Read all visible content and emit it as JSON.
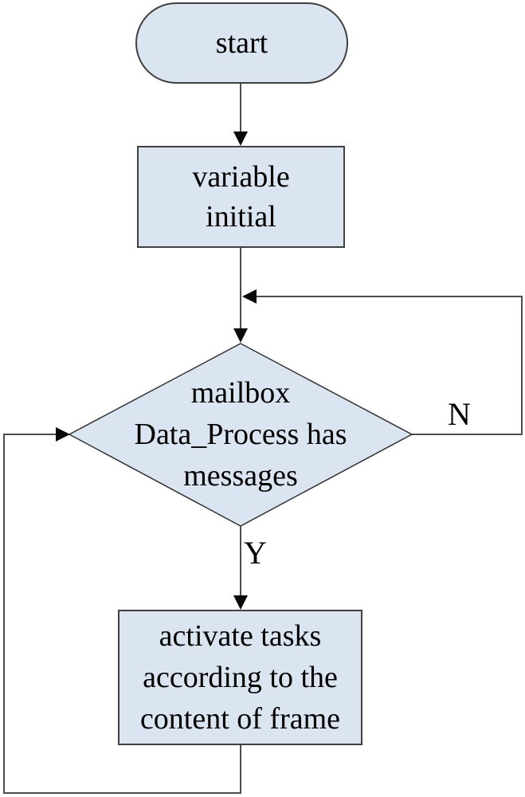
{
  "palette": {
    "node_fill": "#dbe5f1",
    "node_border": "#404040",
    "connector": "#4d4d4d",
    "arrowhead": "#0a0a0a",
    "text": "#000000",
    "background": "#ffffff"
  },
  "flowchart": {
    "nodes": [
      {
        "id": "start",
        "type": "terminator",
        "label": "start",
        "lines": [
          "start"
        ]
      },
      {
        "id": "variable-initial",
        "type": "process",
        "label": "variable initial",
        "lines": [
          "variable",
          "initial"
        ]
      },
      {
        "id": "decision",
        "type": "decision",
        "label": "mailbox Data_Process has messages",
        "lines": [
          "mailbox",
          "Data_Process has",
          "messages"
        ]
      },
      {
        "id": "activate-tasks",
        "type": "process",
        "label": "activate tasks according to the content of frame",
        "lines": [
          "activate tasks",
          "according to the",
          "content of frame"
        ]
      }
    ],
    "edges": [
      {
        "from": "start",
        "to": "variable-initial",
        "label": ""
      },
      {
        "from": "variable-initial",
        "to": "decision",
        "label": ""
      },
      {
        "from": "decision",
        "to": "activate-tasks",
        "label": "Y",
        "route": "down from bottom vertex"
      },
      {
        "from": "decision",
        "to": "decision",
        "label": "N",
        "route": "right vertex, up along right side, back into the arrow above the decision"
      },
      {
        "from": "activate-tasks",
        "to": "decision",
        "label": "",
        "route": "down, left along bottom, up along left side, into left vertex"
      }
    ]
  }
}
